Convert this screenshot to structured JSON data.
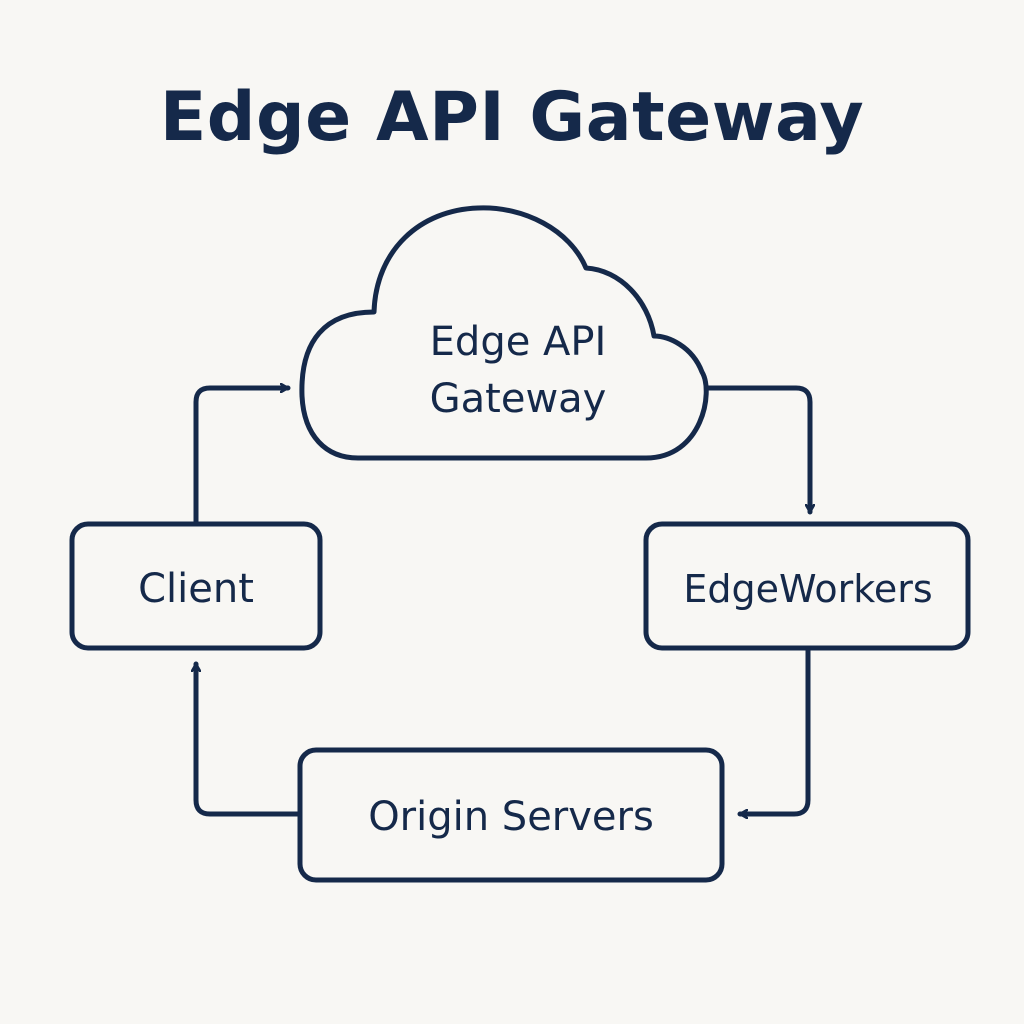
{
  "title": "Edge API Gateway",
  "colors": {
    "background": "#f8f7f4",
    "ink": "#15294a"
  },
  "nodes": {
    "gateway": {
      "shape": "cloud",
      "label_lines": [
        "Edge API",
        "Gateway"
      ]
    },
    "client": {
      "shape": "rounded-rectangle",
      "label": "Client"
    },
    "edgeworkers": {
      "shape": "rounded-rectangle",
      "label": "EdgeWorkers"
    },
    "origin": {
      "shape": "rounded-rectangle",
      "label": "Origin Servers"
    }
  },
  "edges": [
    {
      "from": "client",
      "to": "gateway"
    },
    {
      "from": "gateway",
      "to": "edgeworkers"
    },
    {
      "from": "edgeworkers",
      "to": "origin"
    },
    {
      "from": "origin",
      "to": "client"
    }
  ]
}
